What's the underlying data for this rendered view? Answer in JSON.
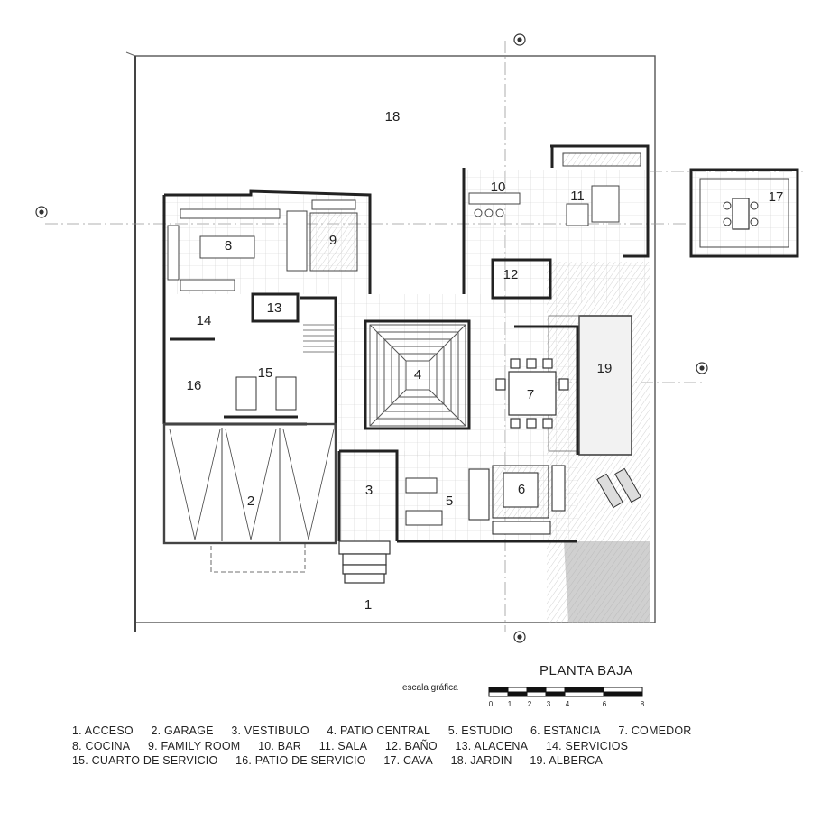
{
  "plan": {
    "title": "PLANTA BAJA",
    "scale_label": "escala gráfica",
    "scale_ticks": [
      "0",
      "1",
      "2",
      "3",
      "4",
      "6",
      "8"
    ],
    "rooms": [
      {
        "number": "1",
        "name": "ACCESO"
      },
      {
        "number": "2",
        "name": "GARAGE"
      },
      {
        "number": "3",
        "name": "VESTIBULO"
      },
      {
        "number": "4",
        "name": "PATIO CENTRAL"
      },
      {
        "number": "5",
        "name": "ESTUDIO"
      },
      {
        "number": "6",
        "name": "ESTANCIA"
      },
      {
        "number": "7",
        "name": "COMEDOR"
      },
      {
        "number": "8",
        "name": "COCINA"
      },
      {
        "number": "9",
        "name": "FAMILY ROOM"
      },
      {
        "number": "10",
        "name": "BAR"
      },
      {
        "number": "11",
        "name": "SALA"
      },
      {
        "number": "12",
        "name": "BAÑO"
      },
      {
        "number": "13",
        "name": "ALACENA"
      },
      {
        "number": "14",
        "name": "SERVICIOS"
      },
      {
        "number": "15",
        "name": "CUARTO DE SERVICIO"
      },
      {
        "number": "16",
        "name": "PATIO DE SERVICIO"
      },
      {
        "number": "17",
        "name": "CAVA"
      },
      {
        "number": "18",
        "name": "JARDIN"
      },
      {
        "number": "19",
        "name": "ALBERCA"
      }
    ]
  },
  "legend": {
    "row1": [
      "1. ACCESO",
      "2. GARAGE",
      "3. VESTIBULO",
      "4. PATIO CENTRAL",
      "5. ESTUDIO",
      "6. ESTANCIA",
      "7. COMEDOR"
    ],
    "row2": [
      "8. COCINA",
      "9. FAMILY ROOM",
      "10. BAR",
      "11. SALA",
      "12. BAÑO",
      "13. ALACENA",
      "14. SERVICIOS"
    ],
    "row3": [
      "15. CUARTO DE SERVICIO",
      "16. PATIO DE SERVICIO",
      "17. CAVA",
      "18. JARDIN",
      "19. ALBERCA"
    ]
  }
}
